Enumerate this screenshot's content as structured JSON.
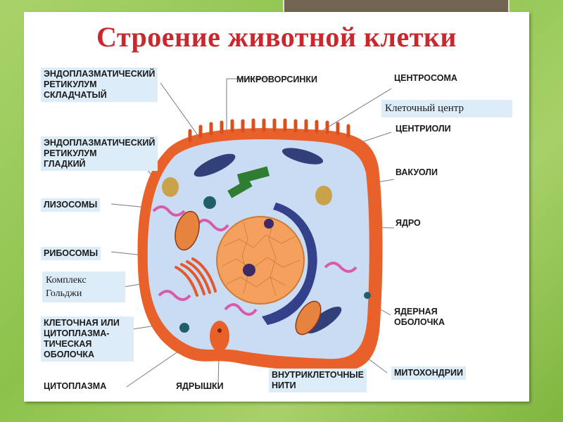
{
  "title": "Строение животной клетки",
  "labels": {
    "er_rough": "ЭНДОПЛАЗМАТИЧЕСКИЙ\nРЕТИКУЛУМ\nСКЛАДЧАТЫЙ",
    "er_smooth": "ЭНДОПЛАЗМАТИЧЕСКИЙ\nРЕТИКУЛУМ\nГЛАДКИЙ",
    "lysosomes": "ЛИЗОСОМЫ",
    "ribosomes": "РИБОСОМЫ",
    "golgi": "Комплекс\nГольджи",
    "membrane": "КЛЕТОЧНАЯ ИЛИ\nЦИТОПЛАЗМА-\nТИЧЕСКАЯ\nОБОЛОЧКА",
    "cytoplasm": "ЦИТОПЛАЗМА",
    "nucleoli": "ЯДРЫШКИ",
    "filaments": "ВНУТРИКЛЕТОЧНЫЕ\nНИТИ",
    "mitochondria": "МИТОХОНДРИИ",
    "nuclear_envelope": "ЯДЕРНАЯ\nОБОЛОЧКА",
    "nucleus": "ЯДРО",
    "vacuoles": "ВАКУОЛИ",
    "centrioles": "ЦЕНТРИОЛИ",
    "cell_center": "Клеточный центр",
    "centrosome": "ЦЕНТРОСОМА",
    "microvilli": "МИКРОВОРСИНКИ"
  },
  "colors": {
    "title": "#c8282e",
    "label_bg": "#dcecf8",
    "membrane": "#e8612a",
    "cytoplasm": "#c9dcf4",
    "nucleus": "#f3a15c",
    "leader": "#777777"
  }
}
